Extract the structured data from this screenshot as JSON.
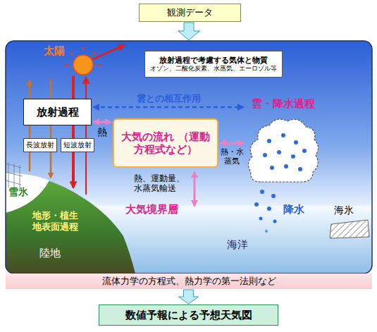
{
  "diagram": {
    "nodes": [
      {
        "text": [
          "観測データ"
        ]
      },
      {
        "text": [
          "放射過程で考慮する気体と物質",
          "オゾン、二酸化炭素、水蒸気、エーロゾル等"
        ]
      },
      {
        "text": [
          "放射過程"
        ]
      },
      {
        "text": [
          "雲・降水過程"
        ]
      },
      {
        "text": [
          "大気の流れ （運動方程式など）"
        ]
      },
      {
        "text": [
          "長波放射"
        ]
      },
      {
        "text": [
          "短波放射"
        ]
      },
      {
        "text": [
          "流体力学の方程式、熱力学の第一法則など"
        ]
      },
      {
        "text": [
          "数値予報による予想天気図"
        ]
      }
    ],
    "edges": [
      {
        "from": 2,
        "to": 3,
        "arrow": "both",
        "label": "雲との相互作用"
      },
      {
        "from": 2,
        "to": 4,
        "arrow": "both",
        "label": "熱"
      },
      {
        "from": 4,
        "to": 3,
        "arrow": "both",
        "label": "熱・水蒸気"
      },
      {
        "from": 7,
        "to": 8,
        "arrow": "to"
      }
    ],
    "labels": [
      "太陽",
      "熱、運動量、 水蒸気輸送",
      "大気境界層",
      "降水",
      "海氷",
      "海洋",
      "雪氷",
      "地形・植生 地表面過程",
      "陸地"
    ]
  }
}
